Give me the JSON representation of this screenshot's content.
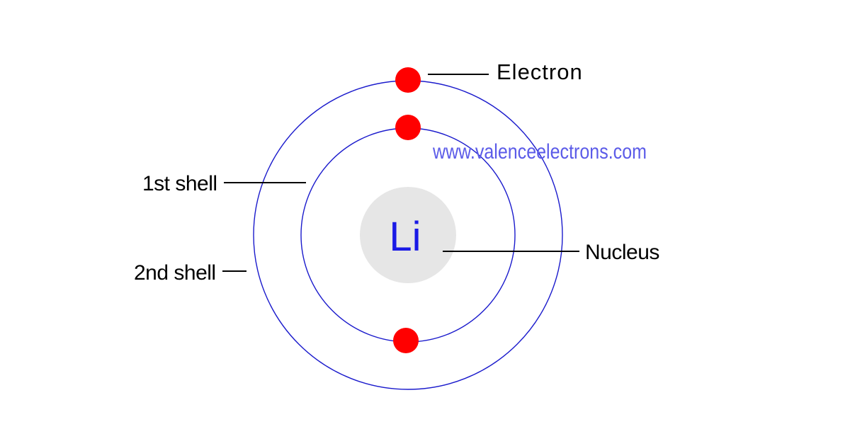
{
  "diagram": {
    "element_symbol": "Li",
    "labels": {
      "electron": "Electron",
      "first_shell": "1st shell",
      "second_shell": "2nd shell",
      "nucleus": "Nucleus"
    },
    "watermark": "www.valenceelectrons.com",
    "electron_counts": {
      "first_shell": 2,
      "second_shell": 1
    }
  },
  "colors": {
    "shell": "#1a1acc",
    "electron": "#ff0000",
    "nucleus_fill": "#e6e6e6",
    "symbol": "#1a1ae6",
    "watermark": "#5b5be8",
    "label_text": "#000000",
    "leader_line": "#000000"
  }
}
